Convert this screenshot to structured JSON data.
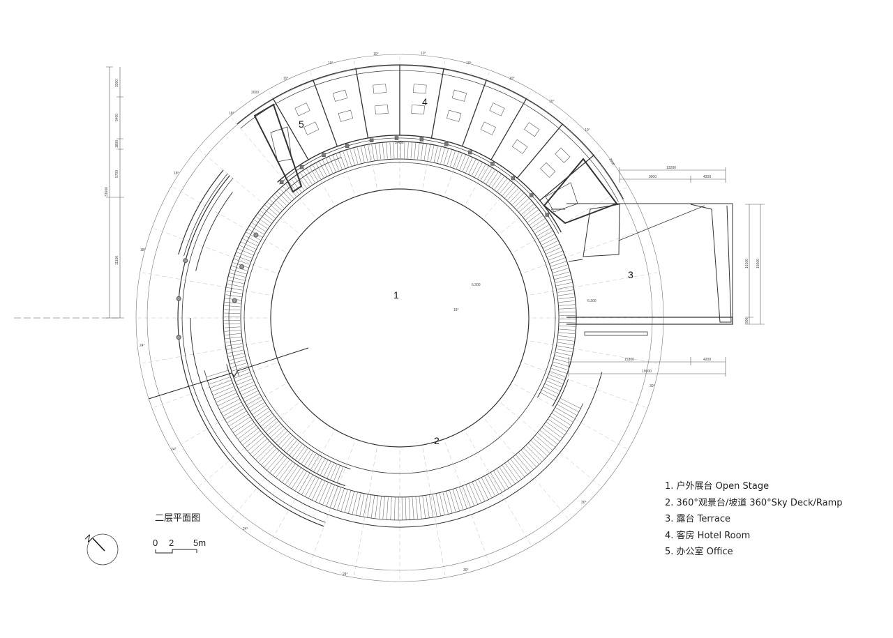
{
  "labels": {
    "open_stage": "1",
    "sky_deck": "2",
    "terrace": "3",
    "hotel_room": "4",
    "office": "5"
  },
  "legend": [
    "1. 户外展台 Open Stage",
    "2. 360°观景台/坡道 360°Sky Deck/Ramp",
    "3. 露台  Terrace",
    "4. 客房  Hotel Room",
    "5. 办公室  Office"
  ],
  "drawing_title": "二层平面图",
  "north_label": "N",
  "scale_bar": {
    "marks": [
      "0",
      "2",
      "5m"
    ]
  },
  "levels": {
    "room_level": "3.450",
    "stage_level": "6.300",
    "terrace_level": "6.300"
  },
  "dimensions": {
    "left_vertical": [
      "31600",
      "3300",
      "5400",
      "1800",
      "5700",
      "11100"
    ],
    "terrace_top": [
      "13200",
      "9000",
      "4200"
    ],
    "terrace_bottom": [
      "15300",
      "4200",
      "19500"
    ],
    "terrace_right": [
      "16100",
      "15000",
      "900"
    ],
    "room_widths": [
      "2000",
      "2000"
    ],
    "angles": [
      "10°",
      "10°",
      "10°",
      "10°",
      "10°",
      "10°",
      "10°",
      "10°",
      "18°",
      "18°",
      "18°",
      "24°",
      "24°",
      "24°",
      "24°",
      "30°",
      "30°",
      "30°",
      "18°"
    ]
  }
}
